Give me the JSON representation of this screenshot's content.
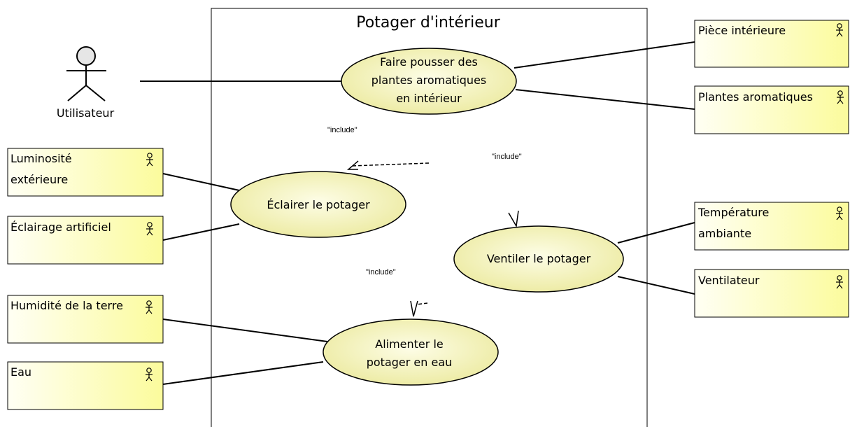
{
  "system": {
    "title": "Potager d'intérieur"
  },
  "primary_actor": {
    "label": "Utilisateur"
  },
  "use_cases": {
    "grow": {
      "lines": [
        "Faire pousser des",
        "plantes aromatiques",
        "en intérieur"
      ]
    },
    "light": {
      "lines": [
        "Éclairer le potager"
      ]
    },
    "vent": {
      "lines": [
        "Ventiler le potager"
      ]
    },
    "water": {
      "lines": [
        "Alimenter le",
        "potager en eau"
      ]
    }
  },
  "include_label": "\"include\"",
  "actors": {
    "piece": {
      "lines": [
        "Pièce intérieure"
      ]
    },
    "plantes": {
      "lines": [
        "Plantes aromatiques"
      ]
    },
    "luminosite": {
      "lines": [
        "Luminosité",
        "extérieure"
      ]
    },
    "eclairage": {
      "lines": [
        "Éclairage artificiel"
      ]
    },
    "humidite": {
      "lines": [
        "Humidité de la terre"
      ]
    },
    "eau": {
      "lines": [
        "Eau"
      ]
    },
    "temperature": {
      "lines": [
        "Température",
        "ambiante"
      ]
    },
    "ventilateur": {
      "lines": [
        "Ventilateur"
      ]
    }
  },
  "colors": {
    "usecase_fill_light": "#fdfde6",
    "usecase_fill_dark": "#eceaa0",
    "box_fill_light": "#fffff4",
    "box_fill_dark": "#fbfb9c"
  }
}
